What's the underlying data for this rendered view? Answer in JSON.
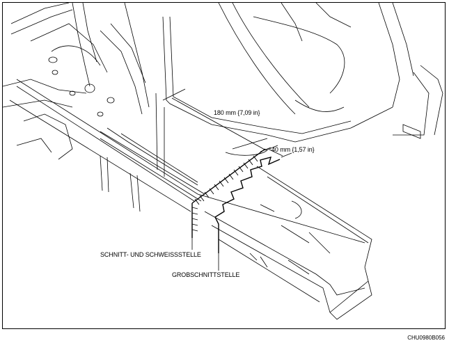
{
  "diagram": {
    "dimension_long": "180 mm {7,09 in}",
    "dimension_short": "40 mm {1,57 in}",
    "label_cut_weld": "SCHNITT- UND SCHWEISSSTELLE",
    "label_rough_cut": "GROBSCHNITTSTELLE",
    "figure_code": "CHU0980B056"
  },
  "colors": {
    "line": "#000000",
    "background": "#ffffff"
  }
}
